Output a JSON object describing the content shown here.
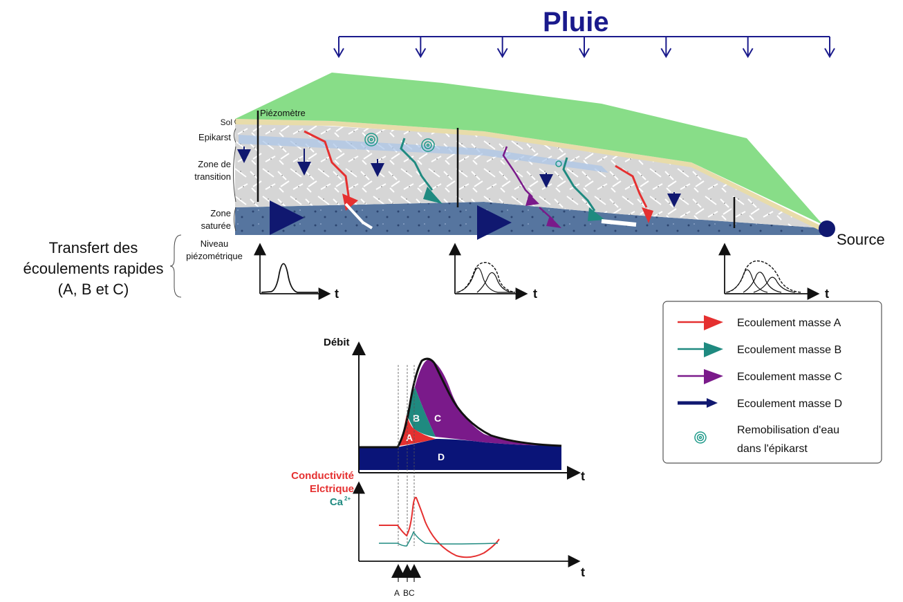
{
  "rain": {
    "title": "Pluie",
    "color": "#1a1a8c",
    "arrow_count": 7
  },
  "layers": {
    "sol": "Sol",
    "epikarst": "Epikarst",
    "transition_1": "Zone de",
    "transition_2": "transition",
    "saturee_1": "Zone",
    "saturee_2": "saturée",
    "piezometre": "Piézomètre",
    "source": "Source",
    "colors": {
      "surface": "#88dd88",
      "soil": "#e8dcaa",
      "rock": "#d8d8d8",
      "saturated": "#4a6a9a"
    }
  },
  "transfer": {
    "line1": "Transfert des",
    "line2": "écoulements rapides",
    "line3": "(A, B et C)",
    "niveau_1": "Niveau",
    "niveau_2": "piézométrique",
    "t_label": "t"
  },
  "legend": {
    "items": [
      {
        "label": "Ecoulement masse A",
        "color": "#e53030",
        "icon": "arrow-icon"
      },
      {
        "label": "Ecoulement masse B",
        "color": "#1f8a80",
        "icon": "arrow-icon"
      },
      {
        "label": "Ecoulement masse C",
        "color": "#7a1a8a",
        "icon": "arrow-icon"
      },
      {
        "label": "Ecoulement masse D",
        "color": "#101870",
        "icon": "arrow-icon"
      }
    ],
    "remob_1": "Remobilisation d'eau",
    "remob_2": "dans l'épikarst",
    "remob_color": "#1f9a8a"
  },
  "hydrograph": {
    "y_label": "Débit",
    "t_label": "t",
    "mass_labels": {
      "A": "A",
      "B": "B",
      "C": "C",
      "D": "D"
    },
    "colors": {
      "A": "#e53030",
      "B": "#1f8a80",
      "C": "#7a1a8a",
      "D": "#0a1478"
    }
  },
  "chemistry": {
    "cond_1": "Conductivité",
    "cond_2": "Elctrique",
    "ca": "Ca",
    "ca_sup": "2+",
    "cond_color": "#e53030",
    "ca_color": "#1f8a80",
    "t_label": "t",
    "markers": {
      "a": "A",
      "bc": "BC"
    }
  }
}
